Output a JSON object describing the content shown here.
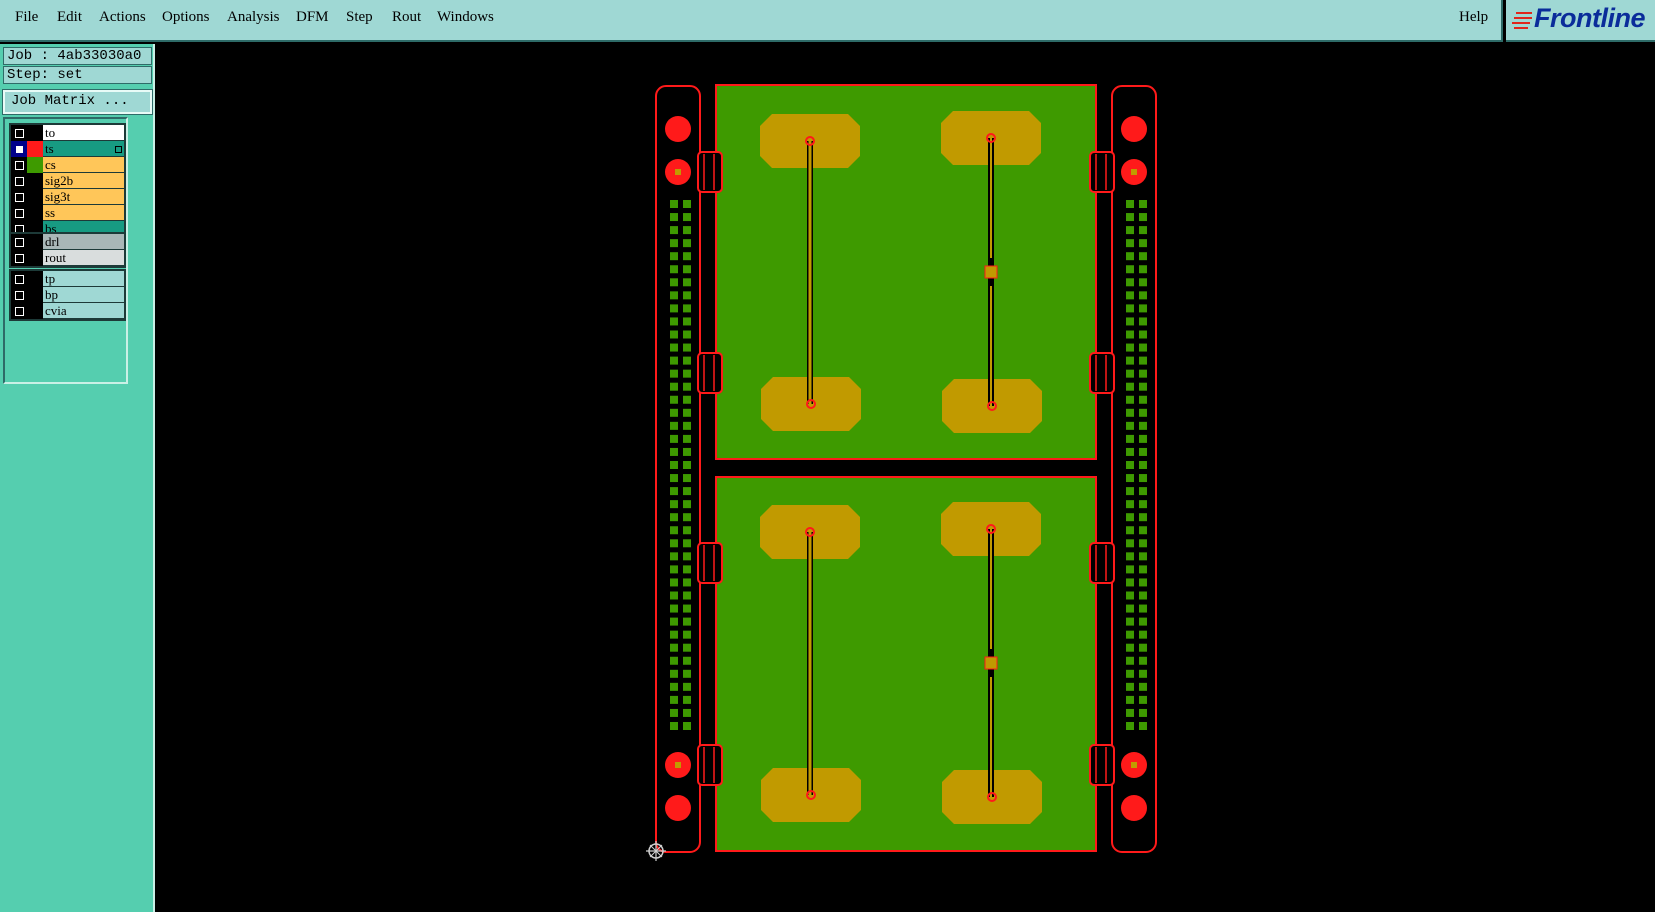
{
  "menu": {
    "items": [
      {
        "label": "File"
      },
      {
        "label": "Edit"
      },
      {
        "label": "Actions"
      },
      {
        "label": "Options"
      },
      {
        "label": "Analysis"
      },
      {
        "label": "DFM"
      },
      {
        "label": "Step"
      },
      {
        "label": "Rout"
      },
      {
        "label": "Windows"
      }
    ],
    "help": "Help"
  },
  "brand": {
    "logo_text": "Frontline",
    "logo_color": "#0a2c9a"
  },
  "job": {
    "job_line": "Job : 4ab33030a0",
    "step_line": "Step: set",
    "matrix_button": "Job Matrix ..."
  },
  "layers": {
    "groups": [
      [
        {
          "name": "to",
          "color": "#ffffff",
          "swatch": "#000000",
          "checked": false
        },
        {
          "name": "ts",
          "color": "#179b82",
          "swatch": "#ff1a1a",
          "checked": true,
          "work": true
        },
        {
          "name": "cs",
          "color": "#ffc659",
          "swatch": "#3e9a00",
          "checked": false
        },
        {
          "name": "sig2b",
          "color": "#ffc659",
          "swatch": "#000000",
          "checked": false
        },
        {
          "name": "sig3t",
          "color": "#ffc659",
          "swatch": "#000000",
          "checked": false
        },
        {
          "name": "ss",
          "color": "#ffc659",
          "swatch": "#000000",
          "checked": false
        },
        {
          "name": "bs",
          "color": "#179b82",
          "swatch": "#000000",
          "checked": false
        }
      ],
      [
        {
          "name": "drl",
          "color": "#a9b7b7",
          "swatch": "#000000",
          "checked": false
        },
        {
          "name": "rout",
          "color": "#d9dddd",
          "swatch": "#000000",
          "checked": false
        }
      ],
      [
        {
          "name": "tp",
          "color": "#9fd8d4",
          "swatch": "#000000",
          "checked": false
        },
        {
          "name": "bp",
          "color": "#9fd8d4",
          "swatch": "#000000",
          "checked": false
        },
        {
          "name": "cvia",
          "color": "#9fd8d4",
          "swatch": "#000000",
          "checked": false
        }
      ]
    ]
  },
  "colors": {
    "background": "#000000",
    "outline": "#ff1a1a",
    "copper": "#3e9a00",
    "pad": "#c19a00",
    "fiducial": "#ff1a1a",
    "slot": "#3e9a00"
  },
  "icons": {
    "origin": "origin-crosshair-icon",
    "logo": "frontline-logo-icon"
  }
}
